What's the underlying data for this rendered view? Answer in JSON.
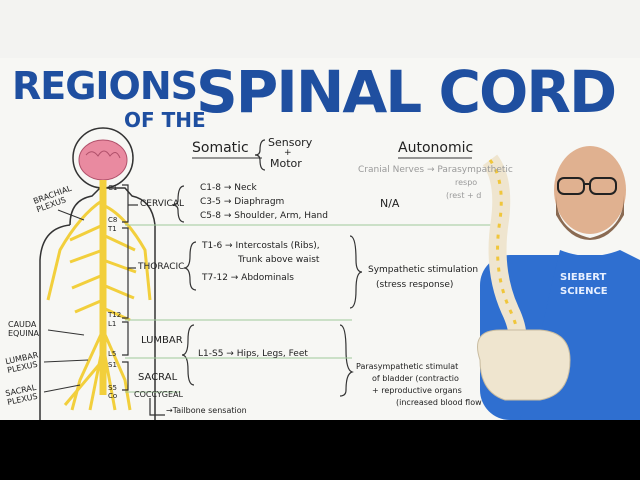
{
  "title": {
    "line1": "REGIONS",
    "line2": "OF THE",
    "line3": "SPINAL CORD"
  },
  "columns": {
    "somatic": "Somatic",
    "somatic_sub1": "Sensory",
    "somatic_plus": "+",
    "somatic_sub2": "Motor",
    "autonomic": "Autonomic"
  },
  "plexus_labels": {
    "brachial": "BRACHIAL PLEXUS",
    "cauda": "CAUDA EQUINA",
    "lumbar": "LUMBAR PLEXUS",
    "sacral": "SACRAL PLEXUS"
  },
  "vertebra_labels": [
    "C1",
    "C8",
    "T1",
    "T12",
    "L1",
    "L5",
    "S1",
    "S5",
    "Co"
  ],
  "regions": {
    "cervical": "CERVICAL",
    "thoracic": "THORACIC",
    "lumbar": "LUMBAR",
    "sacral": "SACRAL",
    "coccygeal": "COCCYGEAL"
  },
  "somatic_notes": {
    "c1": "C1-8 → Neck",
    "c3": "C3-5 → Diaphragm",
    "c5": "C5-8 → Shoulder, Arm, Hand",
    "t1": "T1-6 → Intercostals (Ribs),",
    "t1b": "Trunk above waist",
    "t7": "T7-12 → Abdominals",
    "l1": "L1-S5 → Hips, Legs, Feet",
    "tail": "→Tailbone sensation"
  },
  "autonomic_notes": {
    "cranial": "Cranial Nerves → Parasympathetic",
    "cranial2": "respo",
    "cranial3": "(rest + d",
    "na": "N/A",
    "symp1": "Sympathetic stimulation",
    "symp2": "(stress response)",
    "para1": "Parasympathetic stimulat",
    "para2": "of bladder (contractio",
    "para3": "+ reproductive organs",
    "para4": "(increased blood flow"
  },
  "shirt_text": {
    "line1": "SIEBERT",
    "line2": "SCIENCE"
  },
  "colors": {
    "title_blue": "#1f4fa0",
    "nerve_yellow": "#f2cf3c",
    "shirt_blue": "#2f6fd0",
    "brain_pink": "#e98aa0"
  }
}
